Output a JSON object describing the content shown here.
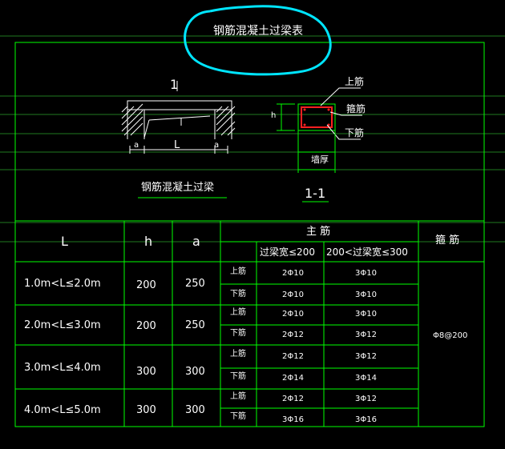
{
  "drawing": {
    "title": "钢筋混凝土过梁表",
    "elevation_section_mark": "1",
    "elevation_caption": "钢筋混凝土过梁",
    "dim_a_left": "a",
    "dim_L": "L",
    "dim_a_right": "a",
    "dim_h": "h",
    "section_caption": "1-1",
    "label_top_bar": "上筋",
    "label_stirrup": "箍筋",
    "label_bottom_bar": "下筋",
    "label_wall_thickness": "墙厚"
  },
  "table": {
    "headers": {
      "L": "L",
      "h": "h",
      "a": "a",
      "main_bars": "主 筋",
      "stirrup": "箍 筋",
      "width_le_200": "过梁宽≤200",
      "width_200_300": "200<过梁宽≤300"
    },
    "rows": [
      {
        "L": "1.0m<L≤2.0m",
        "h": "200",
        "a": "250",
        "top_label": "上筋",
        "bottom_label": "下筋",
        "top_200": "2Φ10",
        "top_300": "3Φ10",
        "bot_200": "2Φ10",
        "bot_300": "3Φ10"
      },
      {
        "L": "2.0m<L≤3.0m",
        "h": "200",
        "a": "250",
        "top_label": "上筋",
        "bottom_label": "下筋",
        "top_200": "2Φ10",
        "top_300": "3Φ10",
        "bot_200": "2Φ12",
        "bot_300": "3Φ12"
      },
      {
        "L": "3.0m<L≤4.0m",
        "h": "300",
        "a": "300",
        "top_label": "上筋",
        "bottom_label": "下筋",
        "top_200": "2Φ12",
        "top_300": "3Φ12",
        "bot_200": "2Φ14",
        "bot_300": "3Φ14"
      },
      {
        "L": "4.0m<L≤5.0m",
        "h": "300",
        "a": "300",
        "top_label": "上筋",
        "bottom_label": "下筋",
        "top_200": "2Φ12",
        "top_300": "3Φ12",
        "bot_200": "3Φ16",
        "bot_300": "3Φ16"
      }
    ],
    "stirrup_value": "Φ8@200"
  },
  "colors": {
    "background": "#000000",
    "frame_green": "#00ff00",
    "text_white": "#ffffff",
    "highlight_cyan": "#00e5ff",
    "bar_red": "#ff2020",
    "leader_white": "#ffffff"
  }
}
